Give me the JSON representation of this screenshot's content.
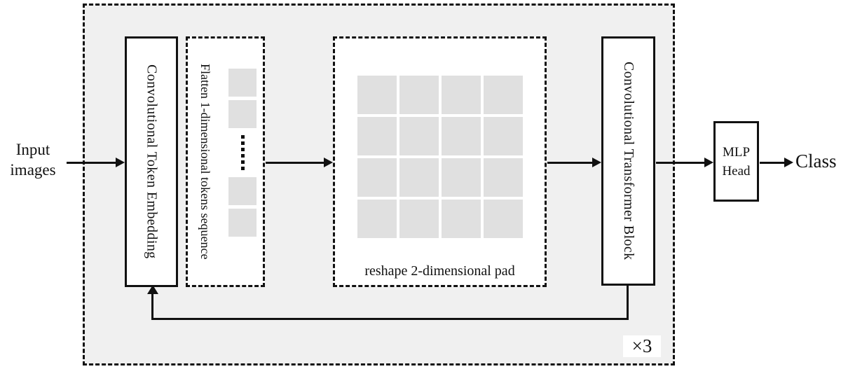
{
  "colors": {
    "outer_fill": "#f0f0f0",
    "box_fill": "#ffffff",
    "square_fill": "#e0e0e0",
    "line": "#111111"
  },
  "input": {
    "label": "Input\nimages"
  },
  "stage": {
    "repeat_label": "×3",
    "token_embedding": {
      "label": "Convolutional Token Embedding"
    },
    "flatten": {
      "label": "Flatten 1-dimensional tokens sequence",
      "top_squares": 2,
      "bottom_squares": 2,
      "dot_count": 6
    },
    "reshape": {
      "label": "reshape 2-dimensional pad",
      "grid_rows": 4,
      "grid_cols": 4,
      "cell_count": 16
    },
    "transformer_block": {
      "label": "Convolutional Transformer Block"
    }
  },
  "output": {
    "mlp_head_label": "MLP\nHead",
    "class_label": "Class"
  }
}
